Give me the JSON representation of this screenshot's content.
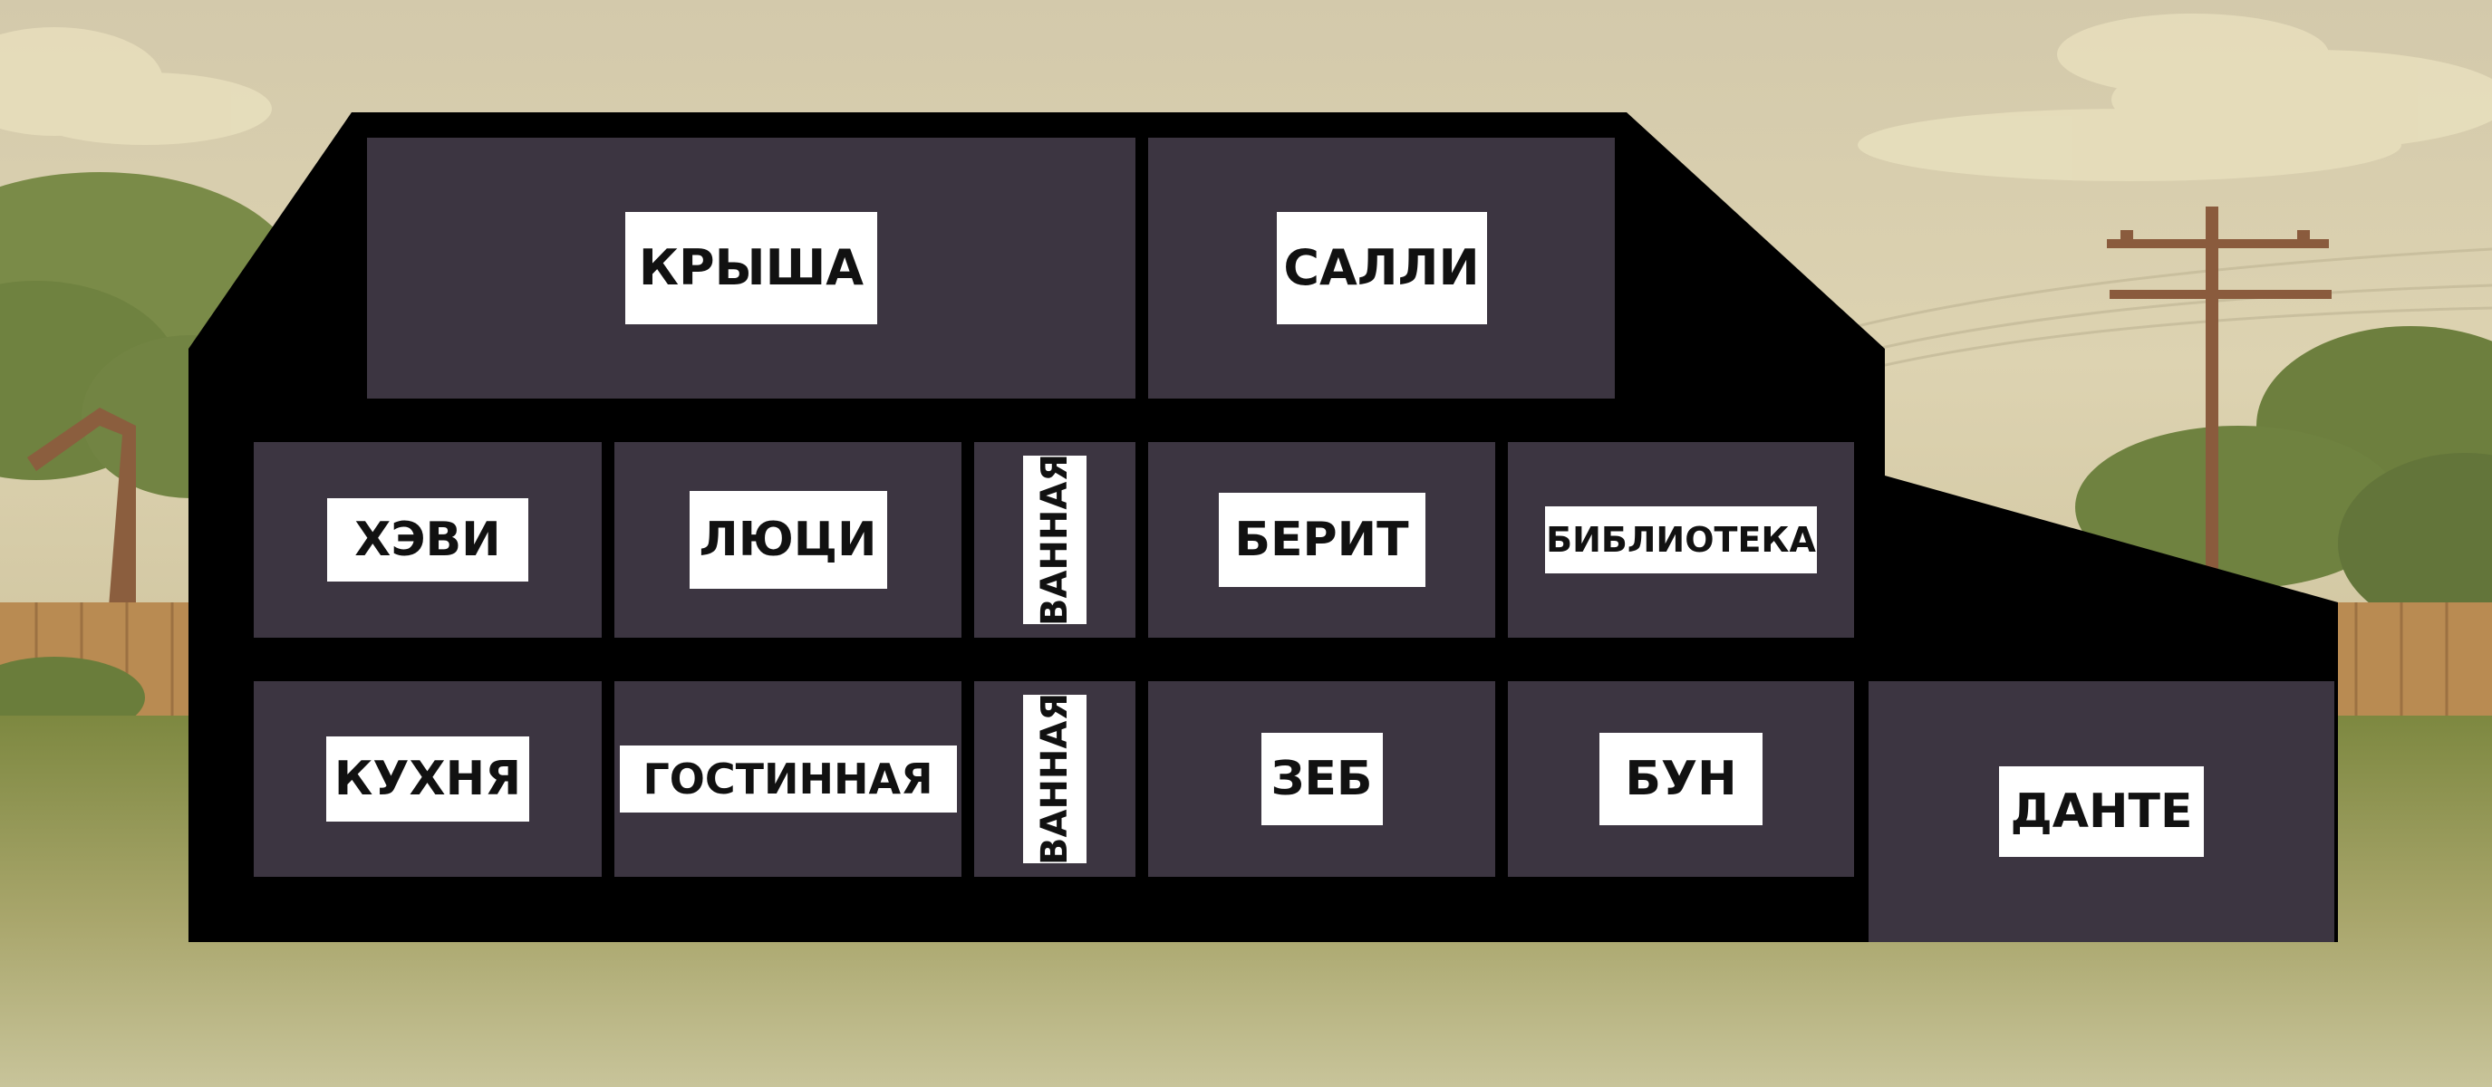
{
  "rooms": {
    "roof": "КРЫША",
    "sally": "САЛЛИ",
    "havi": "ХЭВИ",
    "lucy": "ЛЮЦИ",
    "bath_upper": "ВАННАЯ",
    "berit": "БЕРИТ",
    "library": "БИБЛИОТЕКА",
    "kitchen": "КУХНЯ",
    "living_room": "ГОСТИННАЯ",
    "bath_lower": "ВАННАЯ",
    "zeb": "ЗЕБ",
    "bun": "БУН",
    "dante": "ДАНТЕ"
  },
  "colors": {
    "house_outline": "#000000",
    "room_fill": "#3c3541",
    "label_bg": "#ffffff",
    "label_text": "#111111"
  }
}
